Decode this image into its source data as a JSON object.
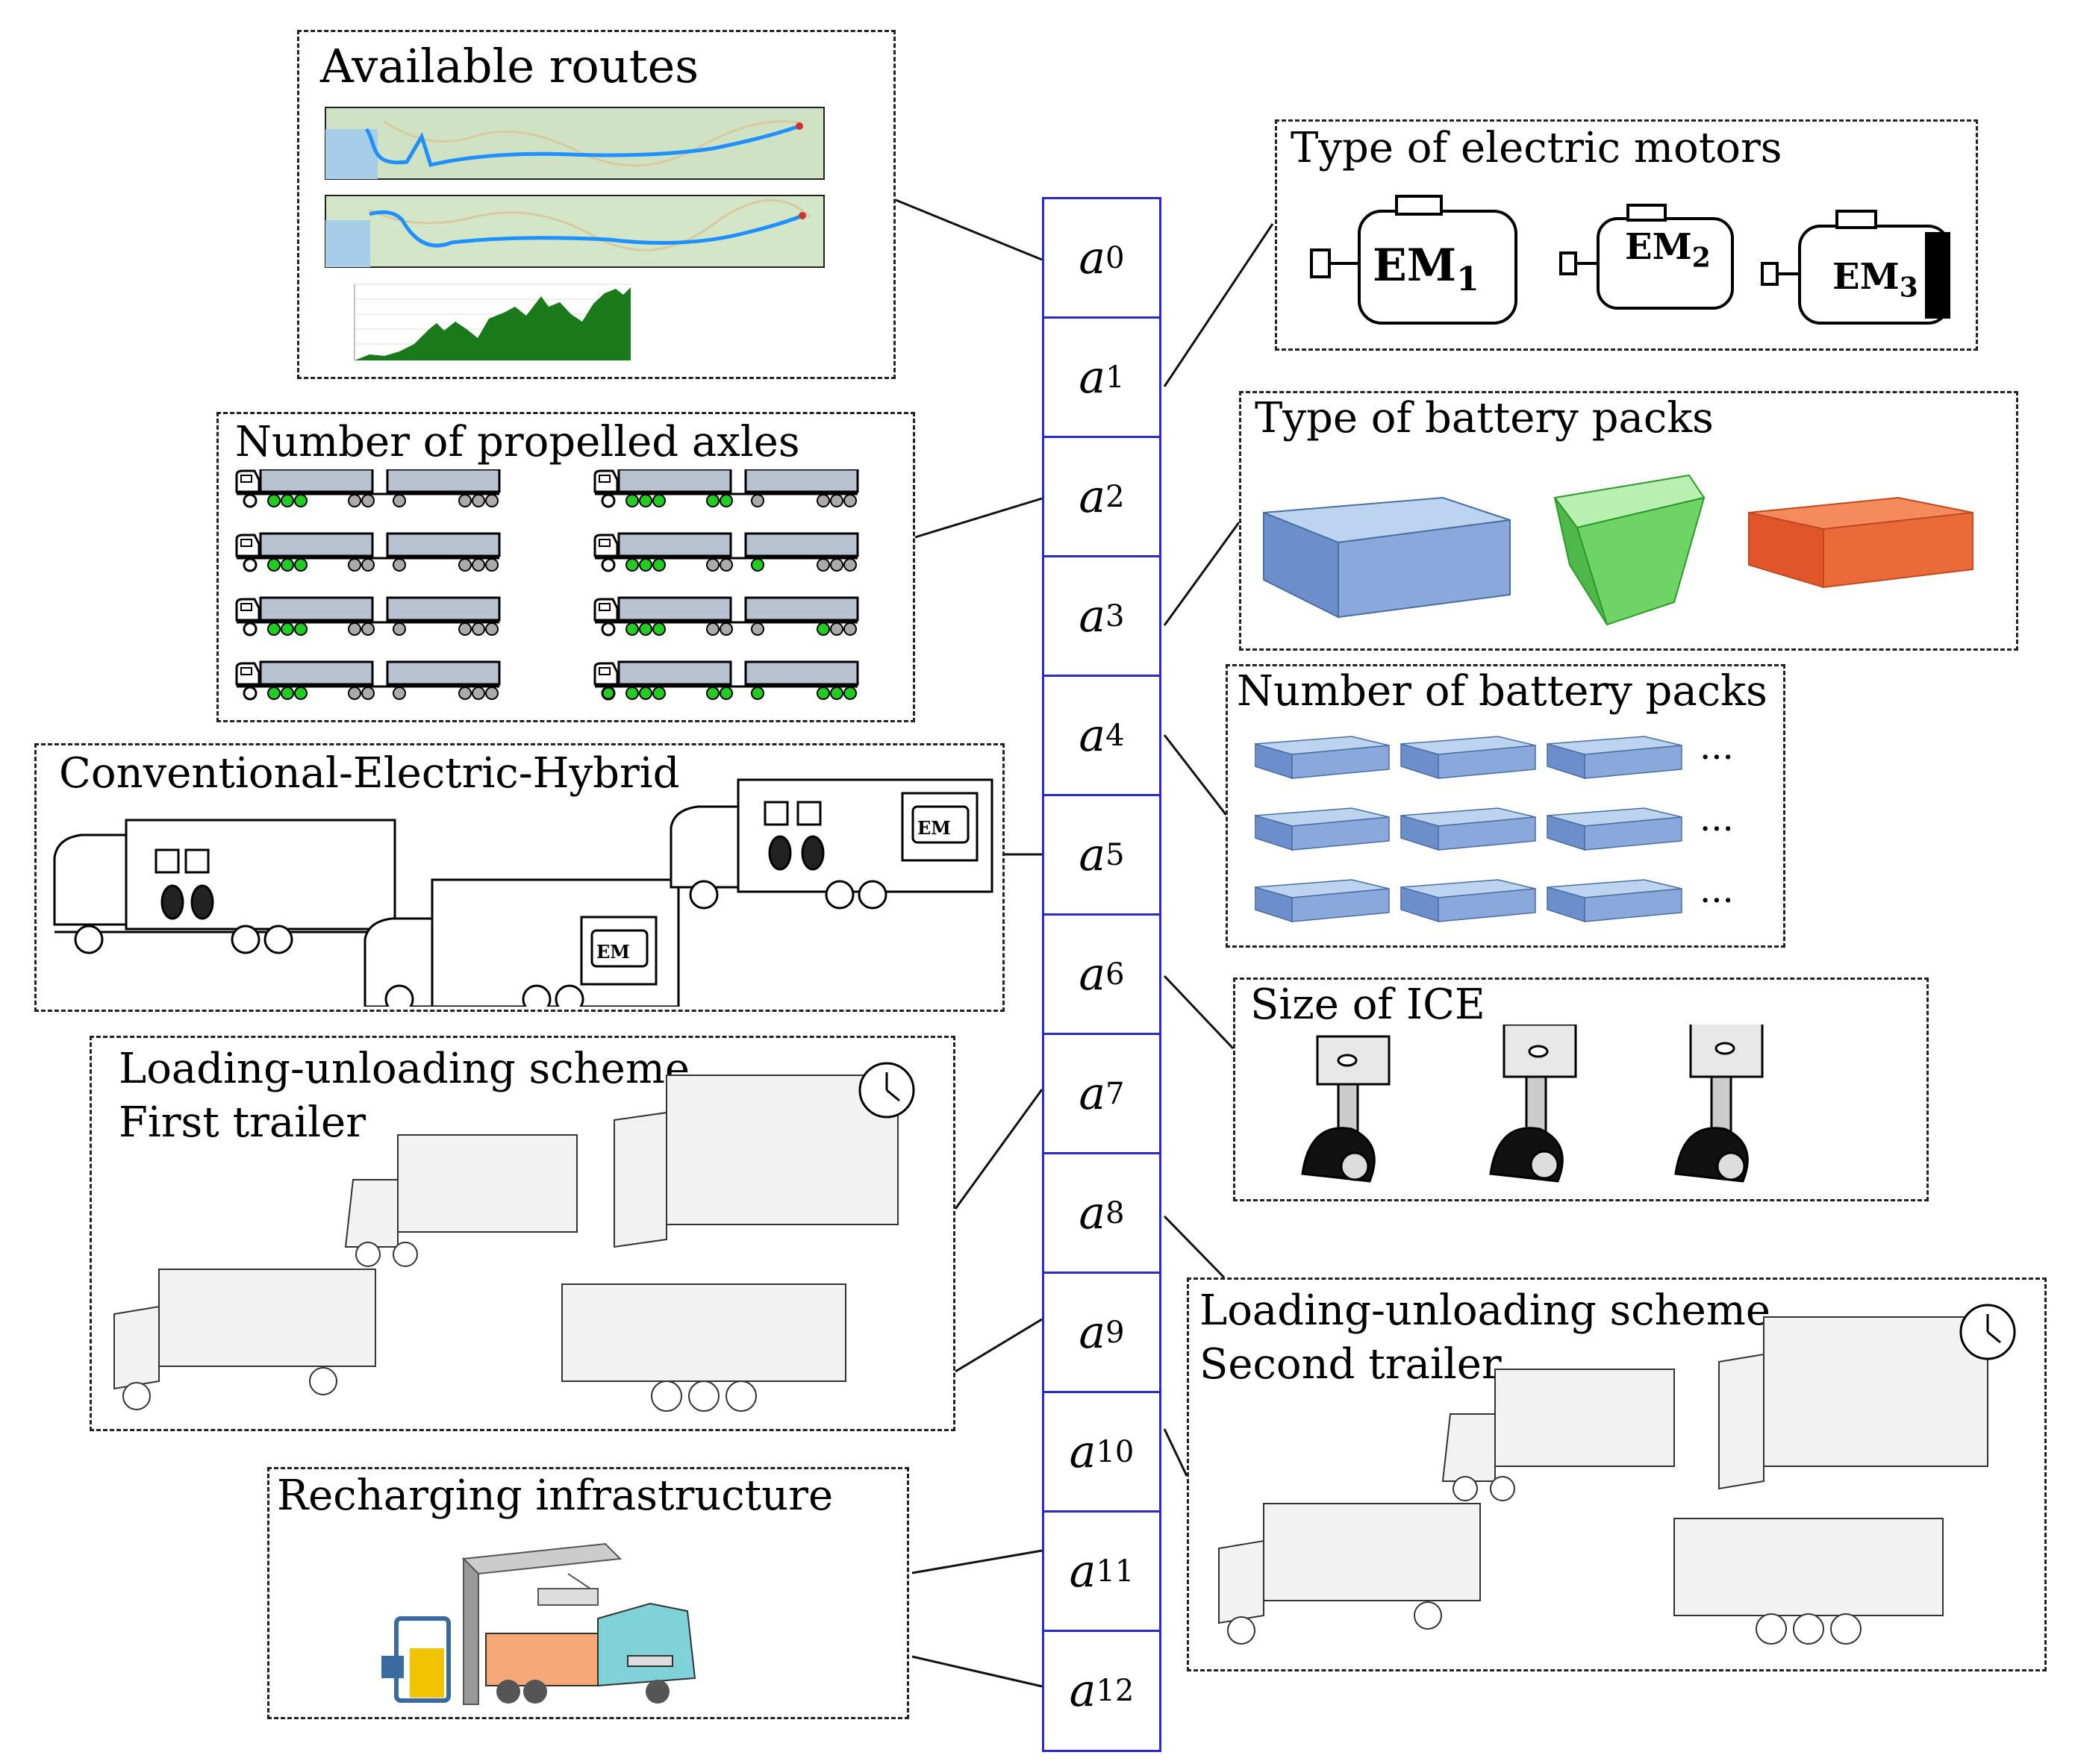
{
  "vector": {
    "cells": [
      {
        "var": "a",
        "sub": "0"
      },
      {
        "var": "a",
        "sub": "1"
      },
      {
        "var": "a",
        "sub": "2"
      },
      {
        "var": "a",
        "sub": "3"
      },
      {
        "var": "a",
        "sub": "4"
      },
      {
        "var": "a",
        "sub": "5"
      },
      {
        "var": "a",
        "sub": "6"
      },
      {
        "var": "a",
        "sub": "7"
      },
      {
        "var": "a",
        "sub": "8"
      },
      {
        "var": "a",
        "sub": "9"
      },
      {
        "var": "a",
        "sub": "10"
      },
      {
        "var": "a",
        "sub": "11"
      },
      {
        "var": "a",
        "sub": "12"
      }
    ]
  },
  "panels": {
    "routes": {
      "title": "Available routes"
    },
    "axles": {
      "title": "Number of propelled axles"
    },
    "hybrid": {
      "title": "Conventional-Electric-Hybrid",
      "em_label": "EM"
    },
    "loading1": {
      "title_line1": "Loading-unloading scheme",
      "title_line2": "First trailer"
    },
    "recharging": {
      "title": "Recharging infrastructure"
    },
    "motors": {
      "title": "Type of electric motors",
      "labels": [
        "EM",
        "EM",
        "EM"
      ],
      "subs": [
        "1",
        "2",
        "3"
      ]
    },
    "battery_types": {
      "title": "Type of battery packs"
    },
    "battery_count": {
      "title": "Number of battery packs",
      "ellipsis": "..."
    },
    "ice": {
      "title": "Size of ICE"
    },
    "loading2": {
      "title_line1": "Loading-unloading scheme",
      "title_line2": "Second trailer"
    }
  },
  "colors": {
    "vector_border": "#2a2ac8",
    "route_line": "#1e90ff",
    "elevation": "#1a7a1a",
    "wheel_green": "#22cc22",
    "trailer": "#b8c2d0"
  }
}
